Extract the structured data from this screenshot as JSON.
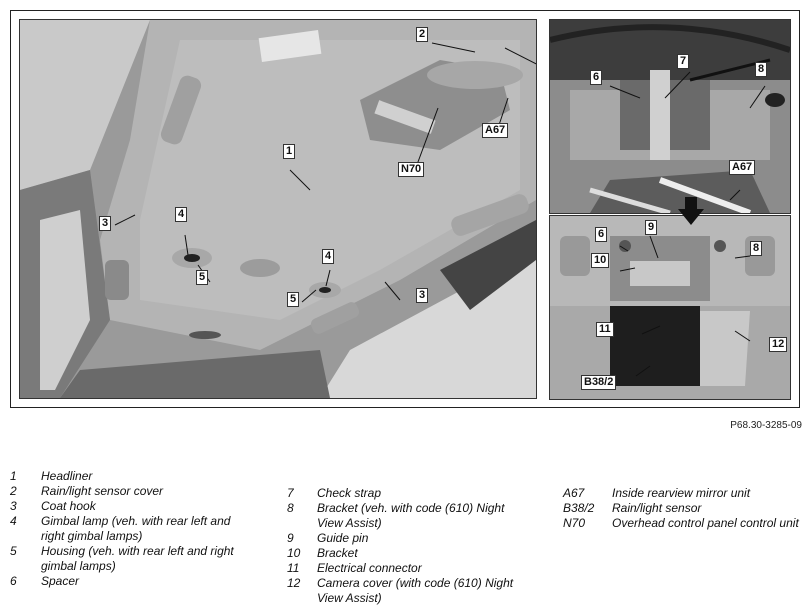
{
  "figure": {
    "reference": "P68.30-3285-09",
    "callouts": {
      "main_1": "1",
      "main_2": "2",
      "main_3a": "3",
      "main_3b": "3",
      "main_4a": "4",
      "main_4b": "4",
      "main_5a": "5",
      "main_5b": "5",
      "main_a67": "A67",
      "main_n70": "N70",
      "tr_6": "6",
      "tr_7": "7",
      "tr_8": "8",
      "tr_a67": "A67",
      "br_6": "6",
      "br_9": "9",
      "br_8": "8",
      "br_10": "10",
      "br_11": "11",
      "br_12": "12",
      "br_b382": "B38/2"
    }
  },
  "legend": {
    "col1": [
      {
        "num": "1",
        "text": "Headliner"
      },
      {
        "num": "2",
        "text": "Rain/light sensor cover"
      },
      {
        "num": "3",
        "text": "Coat hook"
      },
      {
        "num": "4",
        "text": "Gimbal lamp (veh. with rear left and right gimbal lamps)"
      },
      {
        "num": "5",
        "text": "Housing (veh. with rear left and right gimbal lamps)"
      },
      {
        "num": "6",
        "text": "Spacer"
      }
    ],
    "col2": [
      {
        "num": "7",
        "text": "Check strap"
      },
      {
        "num": "8",
        "text": "Bracket (veh. with code (610) Night View Assist)"
      },
      {
        "num": "9",
        "text": "Guide pin"
      },
      {
        "num": "10",
        "text": "Bracket"
      },
      {
        "num": "11",
        "text": "Electrical connector"
      },
      {
        "num": "12",
        "text": "Camera cover (with code (610) Night View Assist)"
      }
    ],
    "col3": [
      {
        "num": "A67",
        "text": "Inside rearview mirror unit"
      },
      {
        "num": "B38/2",
        "text": "Rain/light sensor"
      },
      {
        "num": "N70",
        "text": "Overhead control panel control unit"
      }
    ]
  }
}
